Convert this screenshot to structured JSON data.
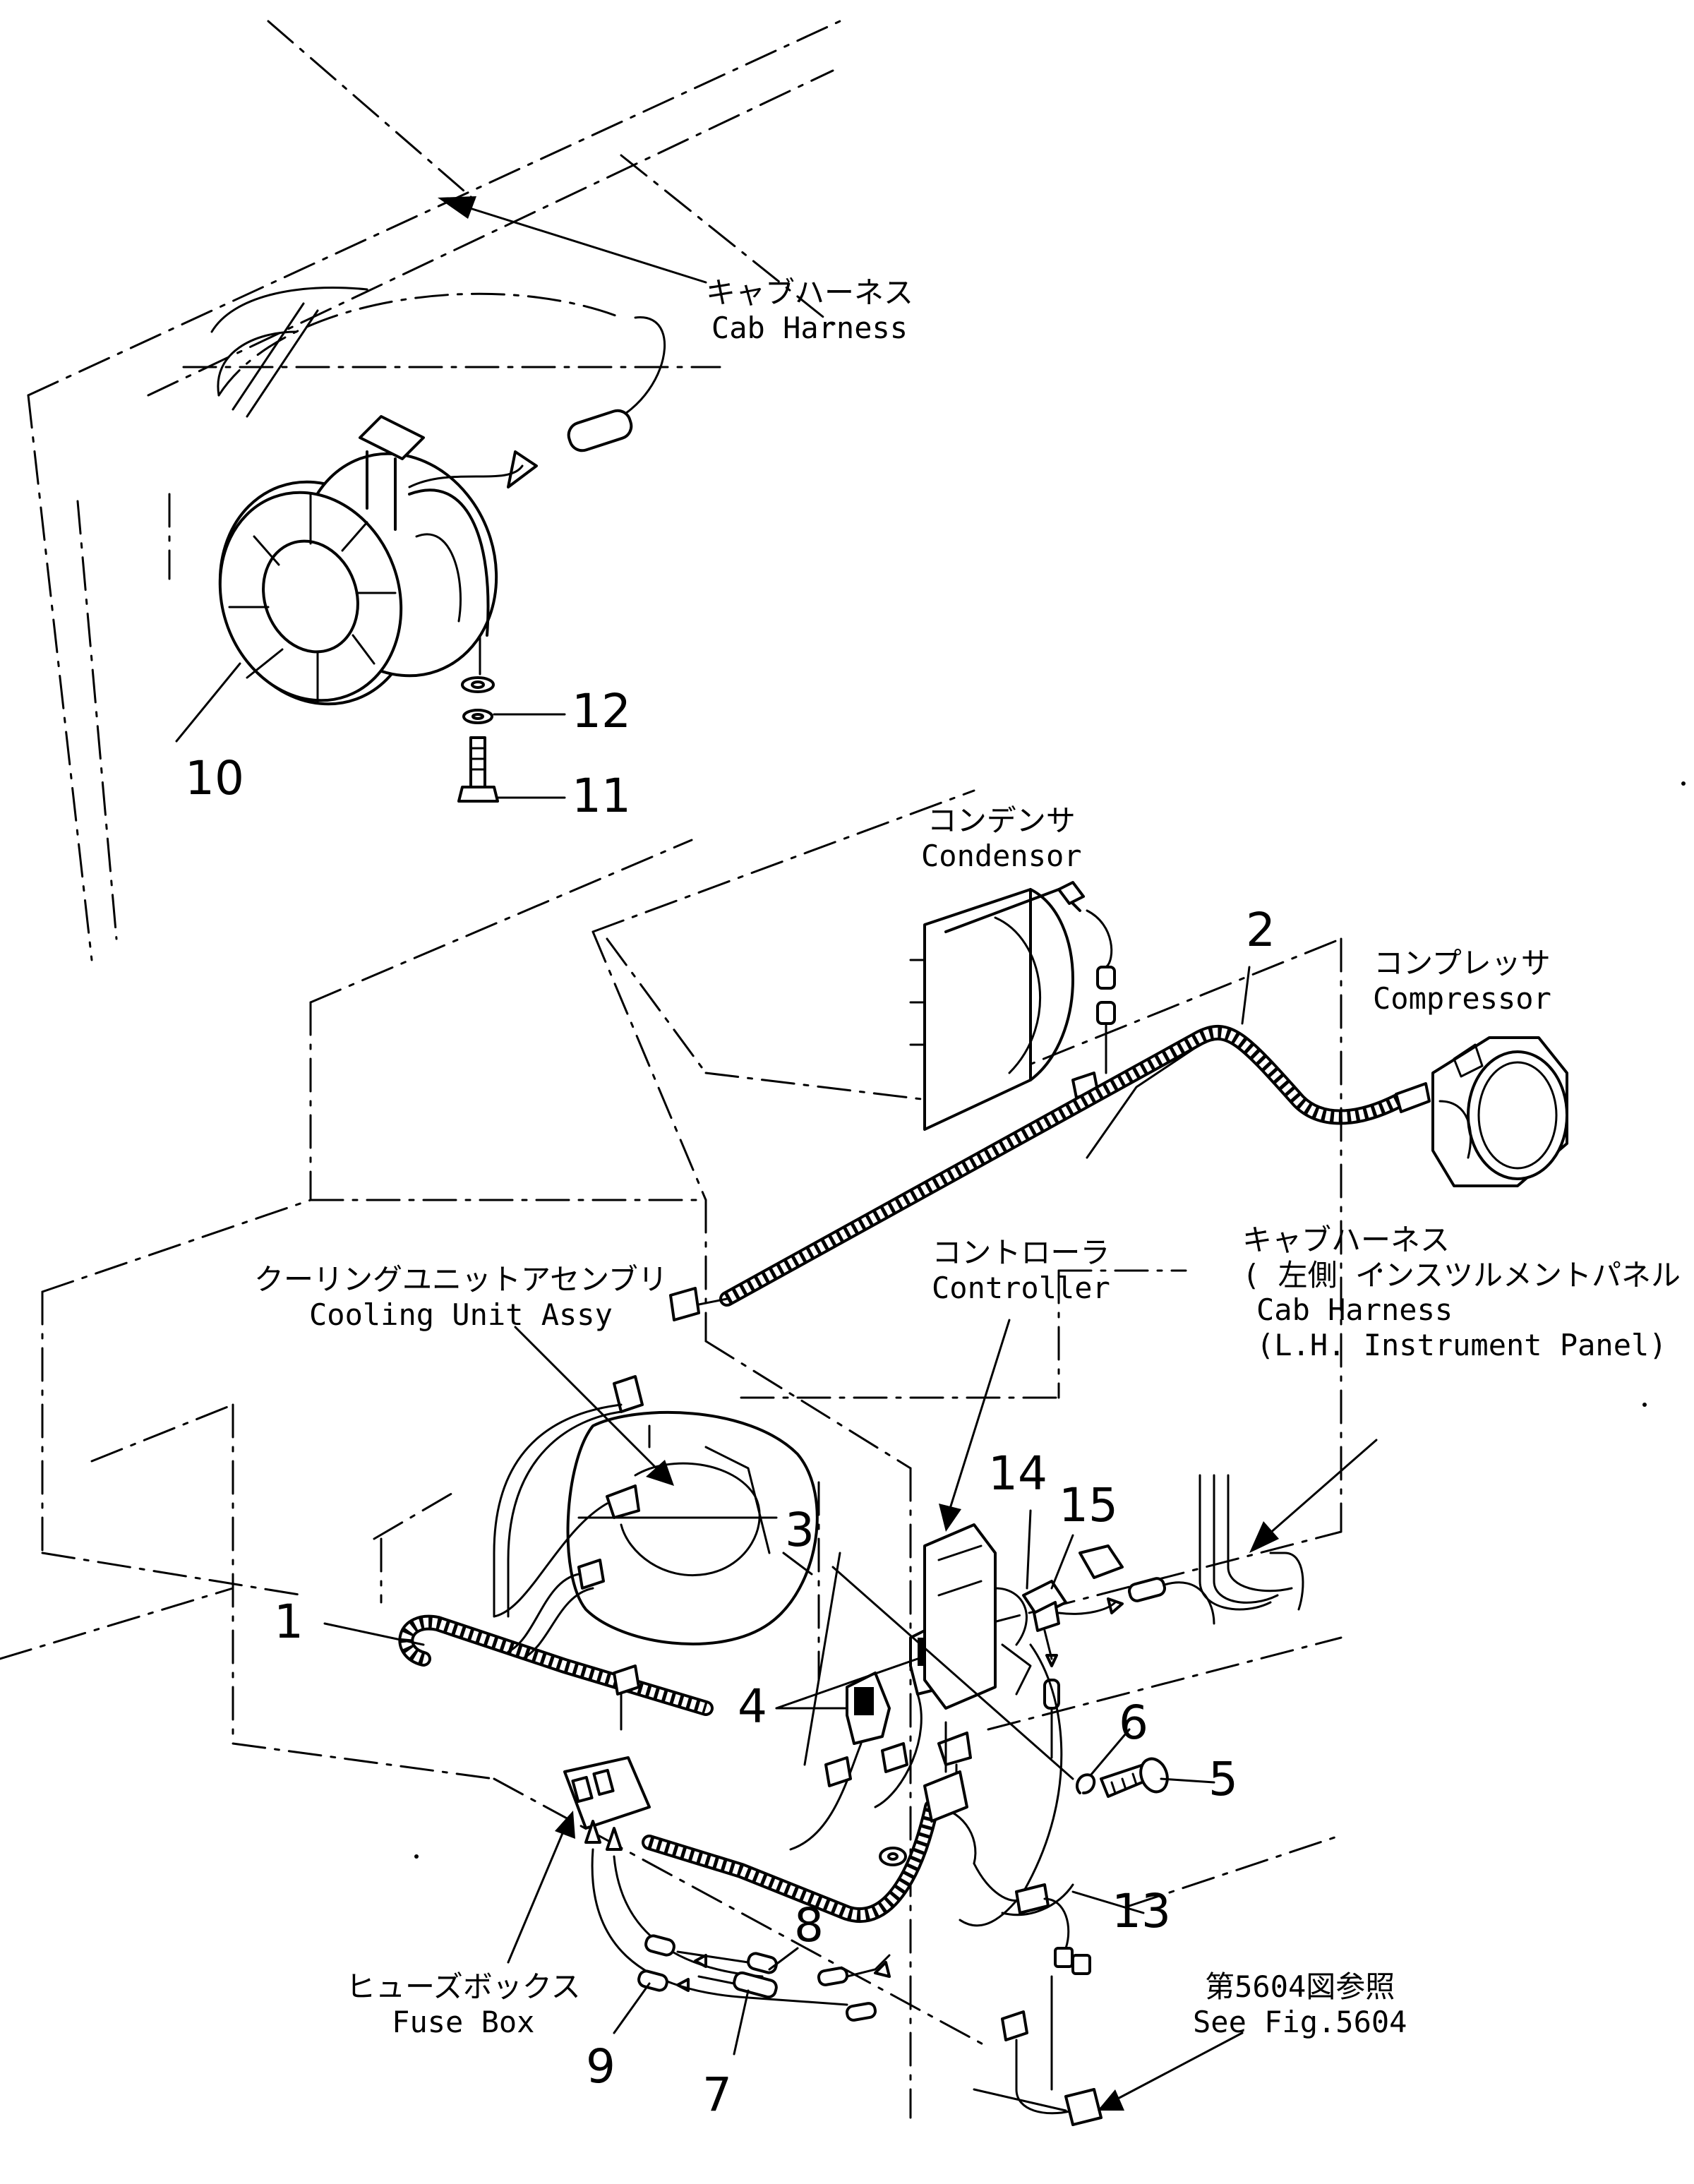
{
  "labels": {
    "cab_harness_top": {
      "jp": "キャブハーネス",
      "en": "Cab Harness"
    },
    "condensor": {
      "jp": "コンデンサ",
      "en": "Condensor"
    },
    "compressor": {
      "jp": "コンプレッサ",
      "en": "Compressor"
    },
    "cooling_unit": {
      "jp": "クーリングユニットアセンブリ",
      "en": "Cooling Unit Assy"
    },
    "controller": {
      "jp": "コントローラ",
      "en": "Controller"
    },
    "cab_harness_panel": {
      "jp": "キャブハーネス",
      "jp2": "( 左側 インスツルメントパネル )",
      "en": "Cab Harness",
      "en2": "(L.H. Instrument Panel)"
    },
    "fuse_box": {
      "jp": "ヒューズボックス",
      "en": "Fuse Box"
    },
    "see_fig": {
      "jp": "第5604図参照",
      "en": "See Fig.5604"
    }
  },
  "callouts": {
    "n1": "1",
    "n2": "2",
    "n3": "3",
    "n4": "4",
    "n5": "5",
    "n6": "6",
    "n7": "7",
    "n8": "8",
    "n9": "9",
    "n10": "10",
    "n11": "11",
    "n12": "12",
    "n13": "13",
    "n14": "14",
    "n15": "15"
  }
}
